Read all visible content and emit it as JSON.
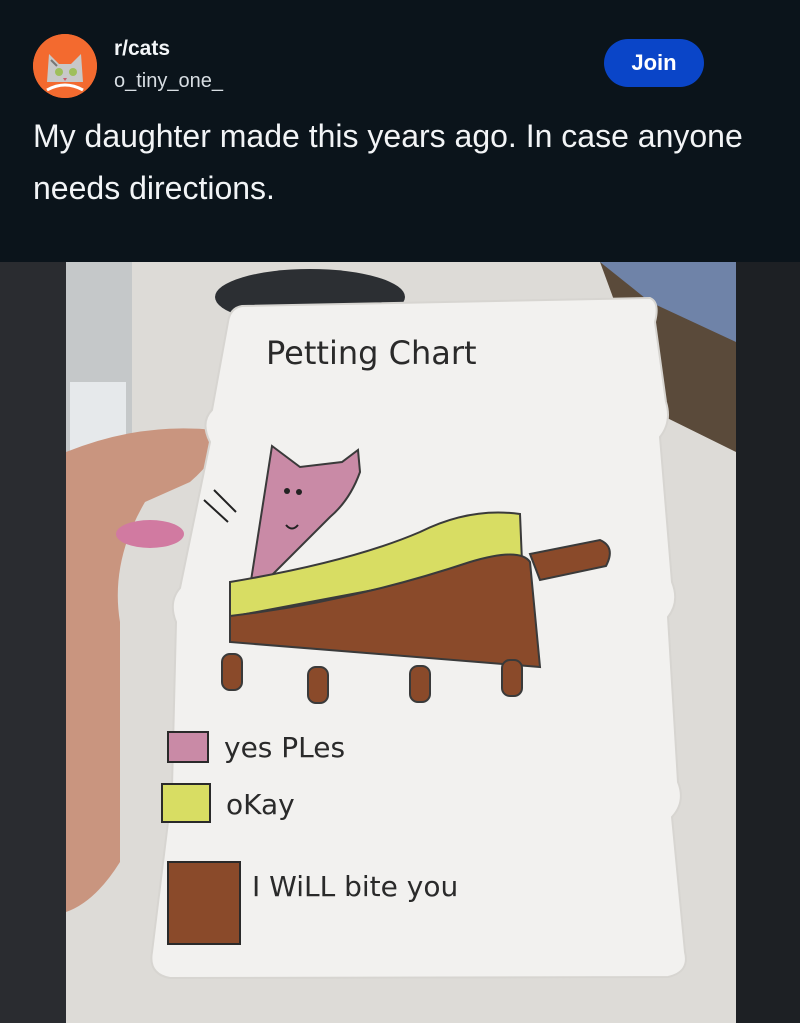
{
  "post": {
    "subreddit": "r/cats",
    "username": "o_tiny_one_",
    "join_label": "Join",
    "title": "My daughter made this years ago. In case anyone needs directions."
  },
  "drawing": {
    "heading": "Petting Chart",
    "legend": [
      {
        "label": "yes PLes",
        "color": "#c98aa6"
      },
      {
        "label": "oKay",
        "color": "#d8dd63"
      },
      {
        "label": "I WiLL bite you",
        "color": "#8a4a2a"
      }
    ]
  }
}
